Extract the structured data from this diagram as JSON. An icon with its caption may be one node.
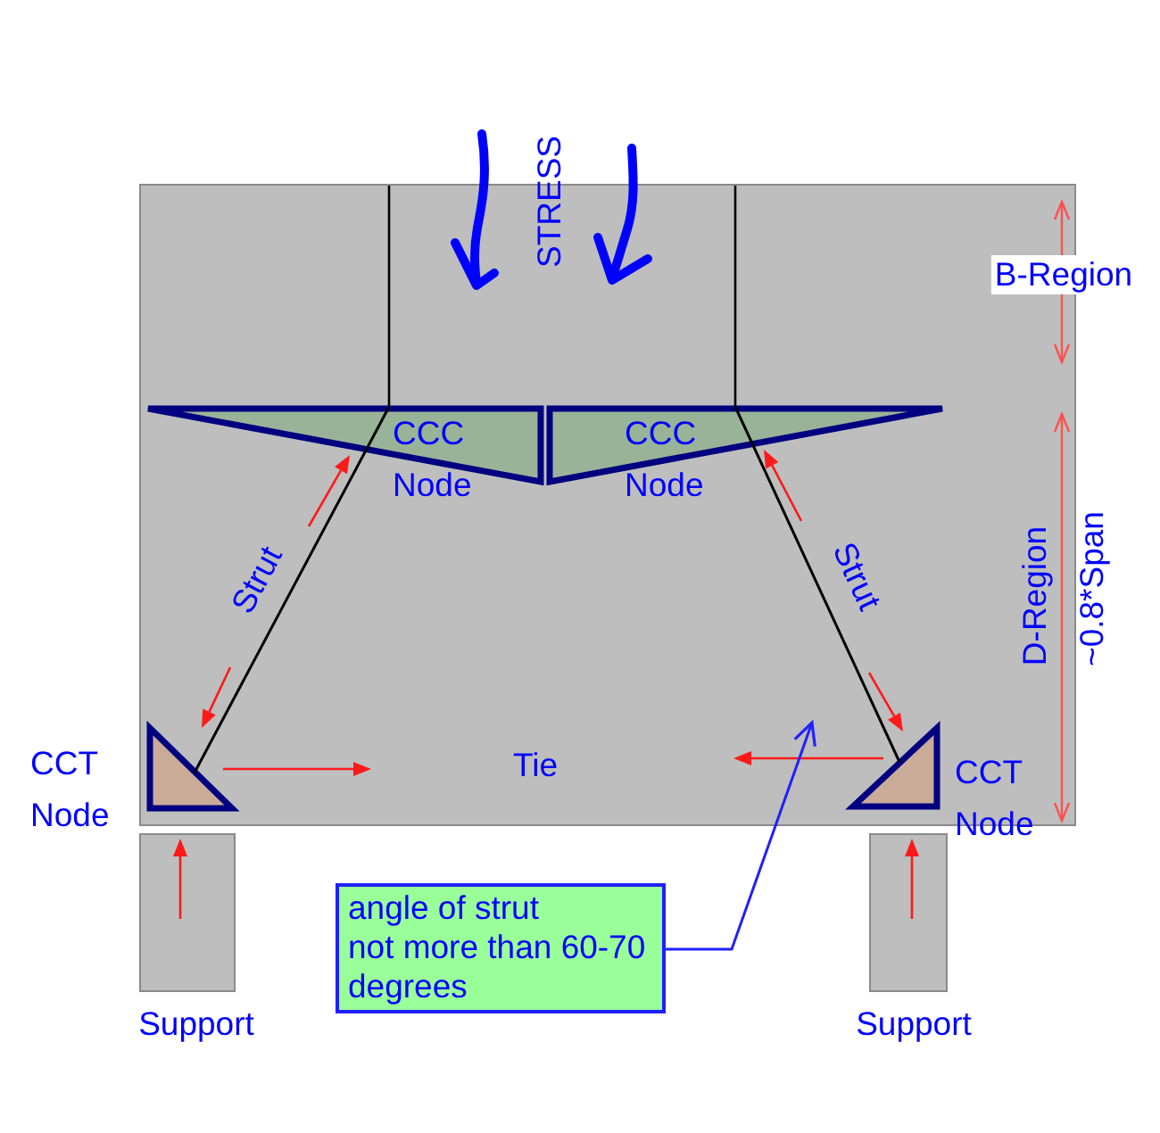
{
  "diagram": {
    "nodes": [
      {
        "text": [
          "CCC Node"
        ]
      },
      {
        "text": [
          "CCC Node"
        ]
      },
      {
        "text": [
          "CCT Node"
        ]
      },
      {
        "text": [
          "CCT Node"
        ]
      },
      {
        "text": [
          "Support"
        ]
      },
      {
        "text": [
          "Support"
        ]
      },
      {
        "text": [
          "angle of strut not more than 60-70 degrees"
        ]
      }
    ],
    "edges": [
      {
        "from": 0,
        "to": 2,
        "arrow": "none",
        "label": "Strut"
      },
      {
        "from": 1,
        "to": 3,
        "arrow": "none",
        "label": "Strut"
      },
      {
        "from": 6,
        "to": null,
        "arrow": "to",
        "color": "#2020ff"
      }
    ],
    "labels": [
      "STRESS",
      "B-Region",
      "D-Region",
      "~0.8*Span",
      "Tie"
    ]
  }
}
